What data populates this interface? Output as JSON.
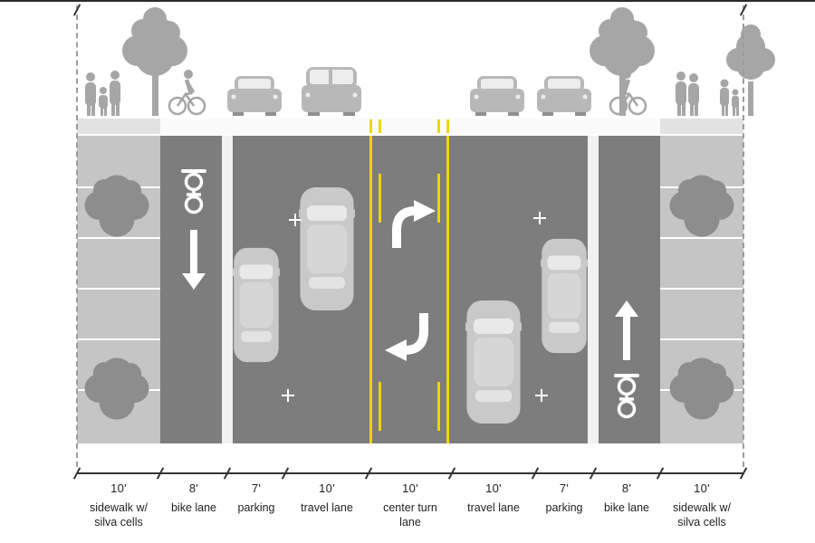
{
  "colors": {
    "street": "#7d7d7d",
    "sidewalk": "#c5c5c5",
    "sidewalk_joint": "#ffffff",
    "lane_stripe": "#f1f1f1",
    "yellow_line": "#f0d400",
    "marking_white": "#ffffff",
    "car_body": "#c9c9c9",
    "car_glass": "#e9e9e9",
    "tree_plan": "#8d8d8d",
    "silhouette": "#a6a6a6",
    "ground_line": "#2b2b2b",
    "dimension": "#333333",
    "text": "#222222",
    "band": "#e2e2e2"
  },
  "lanes": [
    {
      "width": "10'",
      "name_line1": "sidewalk w/",
      "name_line2": "silva cells"
    },
    {
      "width": "8'",
      "name_line1": "bike lane",
      "name_line2": ""
    },
    {
      "width": "7'",
      "name_line1": "parking",
      "name_line2": ""
    },
    {
      "width": "10'",
      "name_line1": "travel lane",
      "name_line2": ""
    },
    {
      "width": "10'",
      "name_line1": "center turn",
      "name_line2": "lane"
    },
    {
      "width": "10'",
      "name_line1": "travel lane",
      "name_line2": ""
    },
    {
      "width": "7'",
      "name_line1": "parking",
      "name_line2": ""
    },
    {
      "width": "8'",
      "name_line1": "bike lane",
      "name_line2": ""
    },
    {
      "width": "10'",
      "name_line1": "sidewalk w/",
      "name_line2": "silva cells"
    }
  ],
  "markings": {
    "left_bike_direction": "down",
    "right_bike_direction": "up",
    "center_turn_arrows": [
      "right",
      "left"
    ]
  }
}
